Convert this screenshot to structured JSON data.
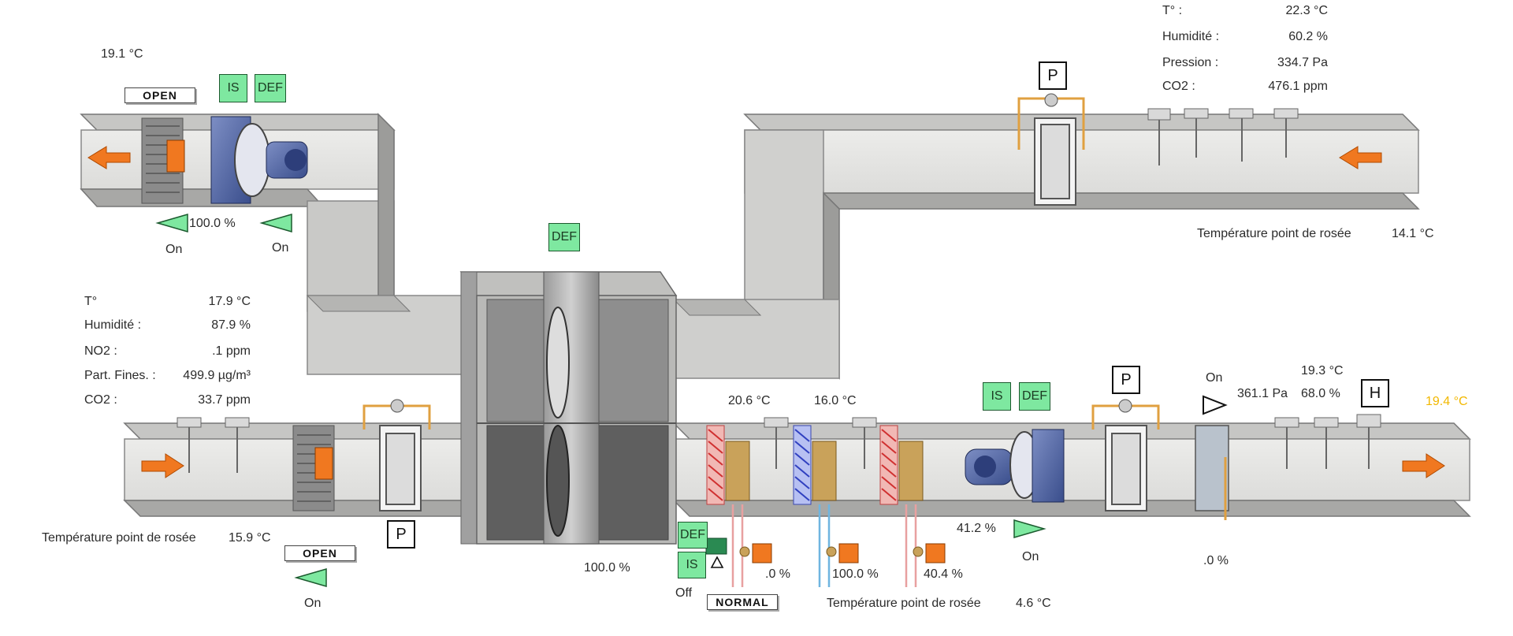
{
  "colors": {
    "badge_green": "#7ee8a0",
    "arrow_orange": "#f07820",
    "damper_green": "#7ee8a0",
    "highlight_yellow": "#f2b800",
    "heat_red": "#e0504a",
    "cool_blue": "#4a5fd0"
  },
  "exhaust_left": {
    "temperature": "19.1 °C",
    "damper_state": "OPEN",
    "badge_is": "IS",
    "badge_def": "DEF",
    "damper_percent": "100.0 %",
    "damper_status": "On",
    "fan_status": "On"
  },
  "exhaust_right": {
    "p_label": "P",
    "readings": [
      {
        "label": "T° :",
        "value": "22.3 °C"
      },
      {
        "label": "Humidité :",
        "value": "60.2 %"
      },
      {
        "label": "Pression :",
        "value": "334.7 Pa"
      },
      {
        "label": "CO2 :",
        "value": "476.1 ppm"
      }
    ],
    "dew_point_label": "Température point de rosée",
    "dew_point_value": "14.1 °C"
  },
  "heat_recovery": {
    "badge_def": "DEF",
    "percent": "100.0 %"
  },
  "fresh_air": {
    "readings": [
      {
        "label": "T°",
        "value": "17.9 °C"
      },
      {
        "label": "Humidité :",
        "value": "87.9 %"
      },
      {
        "label": "NO2 :",
        "value": ".1 ppm"
      },
      {
        "label": "Part. Fines. :",
        "value": "499.9 µg/m³"
      },
      {
        "label": "CO2 :",
        "value": "33.7 ppm"
      }
    ],
    "dew_point_label": "Température point de rosée",
    "dew_point_value": "15.9 °C",
    "damper_state": "OPEN",
    "damper_status": "On",
    "p_label": "P"
  },
  "supply": {
    "coil_temp_1": "20.6 °C",
    "coil_temp_2": "16.0 °C",
    "pump_badge_def": "DEF",
    "pump_badge_is": "IS",
    "pump_status": "Off",
    "pump_mode": "NORMAL",
    "valve_1": ".0 %",
    "valve_2": "100.0 %",
    "valve_3": "40.4 %",
    "dew_point_label": "Température point de rosée",
    "dew_point_value": "4.6 °C",
    "fan_badge_is": "IS",
    "fan_badge_def": "DEF",
    "fan_percent": "41.2 %",
    "fan_status": "On",
    "p_label": "P",
    "damper_status": "On",
    "pressure": "361.1 Pa",
    "damper_percent": ".0 %",
    "temp_top": "19.3 °C",
    "humidity": "68.0 %",
    "h_label": "H",
    "setpoint": "19.4 °C"
  }
}
